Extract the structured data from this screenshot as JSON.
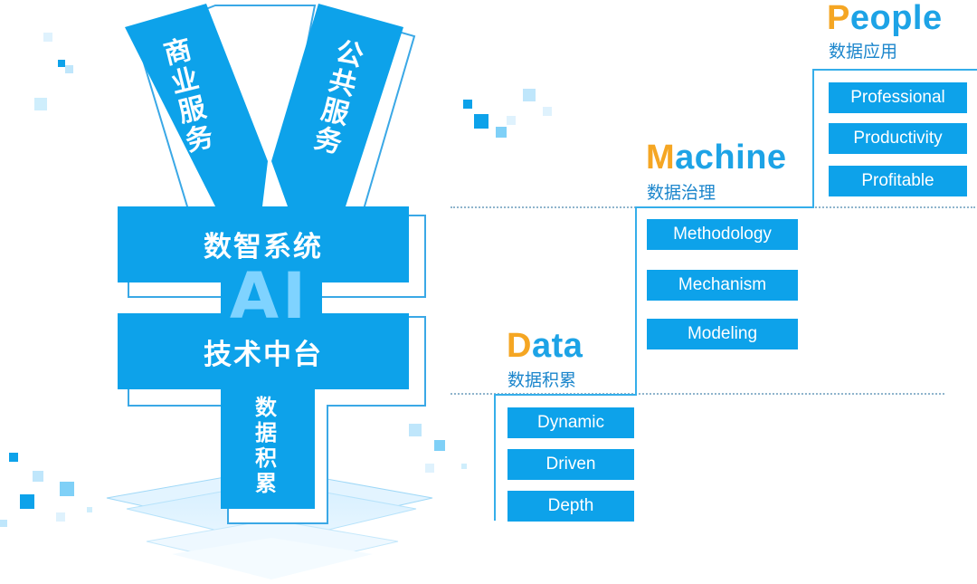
{
  "yuan": {
    "left_arm": "商业服务",
    "right_arm": "公共服务",
    "top_bar": "数智系统",
    "middle": "AI",
    "bottom_bar": "技术中台",
    "stem": "数据积累"
  },
  "stages": [
    {
      "initial": "D",
      "rest": "ata",
      "subtitle": "数据积累",
      "items": [
        "Dynamic",
        "Driven",
        "Depth"
      ]
    },
    {
      "initial": "M",
      "rest": "achine",
      "subtitle": "数据治理",
      "items": [
        "Methodology",
        "Mechanism",
        "Modeling"
      ]
    },
    {
      "initial": "P",
      "rest": "eople",
      "subtitle": "数据应用",
      "items": [
        "Professional",
        "Productivity",
        "Profitable"
      ]
    }
  ],
  "colors": {
    "primary": "#0da2ea",
    "dark": "#0b7fc2",
    "accent": "#f5a623",
    "title": "#1da3e6"
  }
}
